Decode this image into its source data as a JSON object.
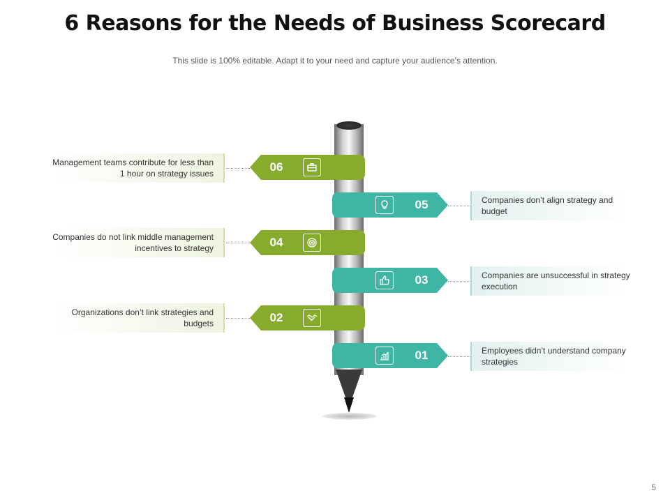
{
  "title": "6 Reasons for the Needs of Business Scorecard",
  "subtitle": "This slide is 100% editable. Adapt it to your need and capture your audience’s attention.",
  "page_number": "5",
  "colors": {
    "green": "#86ab2d",
    "teal": "#3fb5a3",
    "pencil": "#c9c9c9",
    "tip": "#3a3a3a"
  },
  "items": [
    {
      "num": "06",
      "icon": "briefcase-icon",
      "text": "Management teams contribute for less than 1 hour on strategy issues"
    },
    {
      "num": "05",
      "icon": "lightbulb-icon",
      "text": "Companies don’t align strategy and budget"
    },
    {
      "num": "04",
      "icon": "target-icon",
      "text": "Companies do not link middle management incentives to strategy"
    },
    {
      "num": "03",
      "icon": "thumbs-up-icon",
      "text": "Companies are unsuccessful in strategy execution"
    },
    {
      "num": "02",
      "icon": "handshake-icon",
      "text": "Organizations don’t link strategies and budgets"
    },
    {
      "num": "01",
      "icon": "bar-chart-icon",
      "text": "Employees didn’t understand company strategies"
    }
  ]
}
